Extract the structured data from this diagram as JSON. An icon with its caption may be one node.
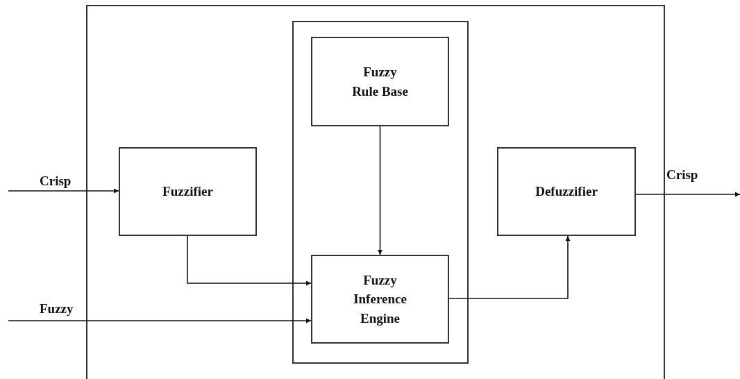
{
  "diagram": {
    "nodes": [
      {
        "text": [],
        "shape": "box"
      },
      {
        "text": [],
        "shape": "box",
        "in": 0
      },
      {
        "text": [
          "Fuzzy Rule Base"
        ],
        "in": 1
      },
      {
        "text": [
          "Fuzzifier"
        ],
        "in": 0
      },
      {
        "text": [
          "Fuzzy Inference Engine"
        ],
        "in": 1
      },
      {
        "text": [
          "Defuzzifier"
        ],
        "in": 0
      }
    ],
    "edges": [
      {
        "from": null,
        "to": 3,
        "arrow": "to",
        "label": "Crisp"
      },
      {
        "from": 2,
        "to": 4,
        "arrow": "to"
      },
      {
        "from": 3,
        "to": 4,
        "arrow": "to"
      },
      {
        "from": null,
        "to": 4,
        "arrow": "to",
        "label": "Fuzzy"
      },
      {
        "from": 4,
        "to": 5,
        "arrow": "to"
      },
      {
        "from": 5,
        "to": null,
        "arrow": "to",
        "label": "Crisp"
      }
    ]
  }
}
